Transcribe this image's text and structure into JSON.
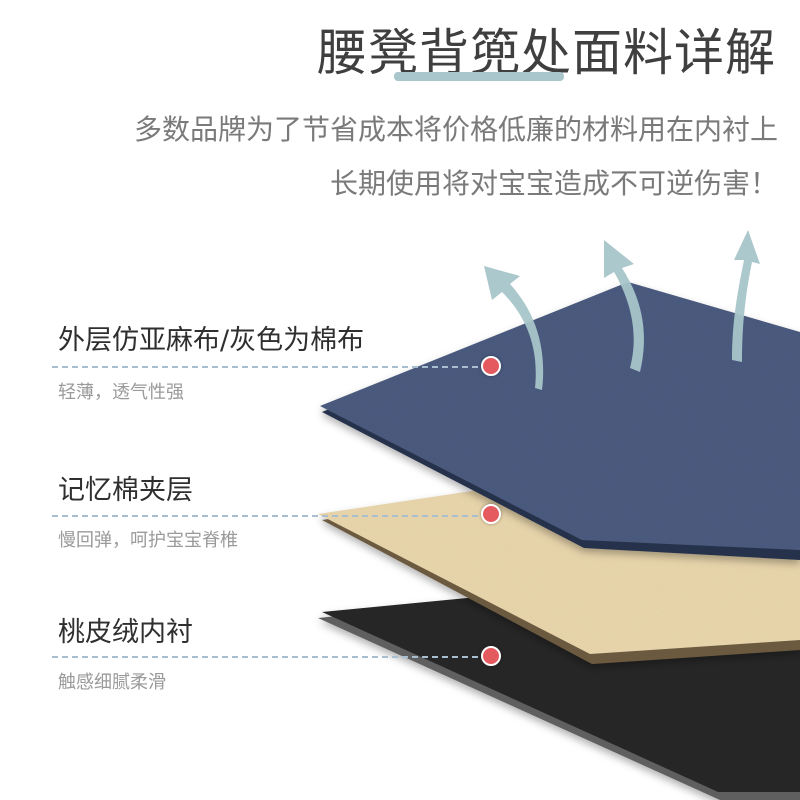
{
  "header": {
    "title": "腰凳背篼处面料详解",
    "subtitle_line1": "多数品牌为了节省成本将价格低廉的材料用在内衬上",
    "subtitle_line2": "长期使用将对宝宝造成不可逆伤害！"
  },
  "layers": [
    {
      "label": "外层仿亚麻布/灰色为棉布",
      "desc": "轻薄，透气性强",
      "color": "#4b5b7f"
    },
    {
      "label": "记忆棉夹层",
      "desc": "慢回弹，呵护宝宝脊椎",
      "color": "#ead7ad"
    },
    {
      "label": "桃皮绒内衬",
      "desc": "触感细腻柔滑",
      "color": "#262626"
    }
  ],
  "colors": {
    "accent_underline": "#a9c6cc",
    "arrow": "#a7c5c9",
    "marker": "#e45a5f"
  }
}
